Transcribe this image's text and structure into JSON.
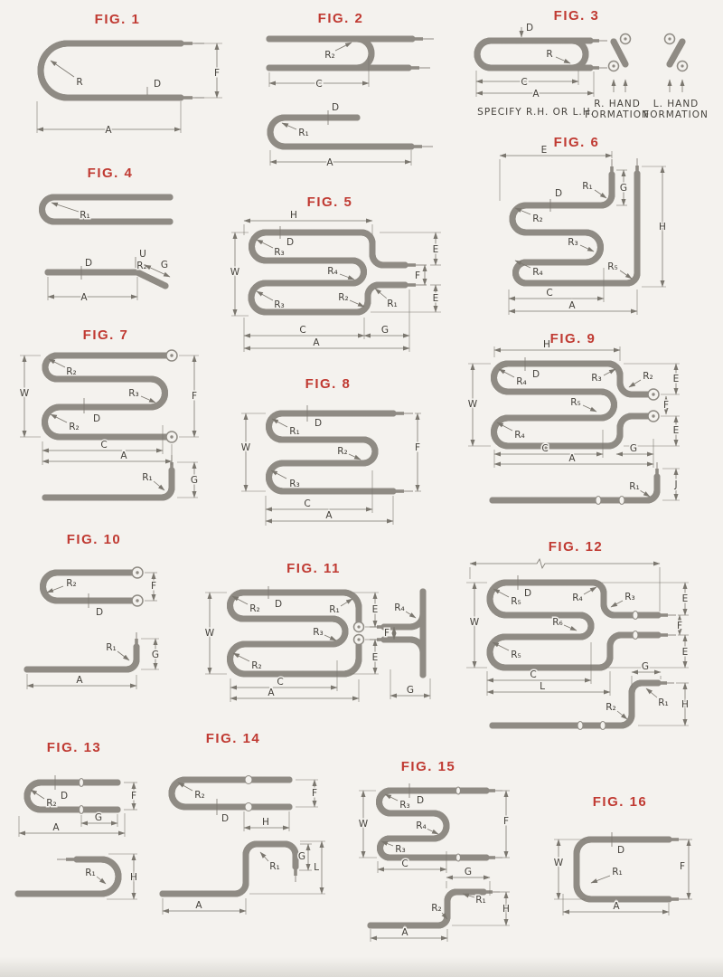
{
  "page": {
    "colors": {
      "background": "#f4f2ee",
      "figure_title": "#c03a32",
      "tube_line": "#8f8b84",
      "dimension_line": "#7b776f",
      "label_text": "#45423c"
    }
  },
  "figures": {
    "f1": {
      "title": "FIG. 1",
      "labels": [
        "R",
        "D",
        "F",
        "A"
      ]
    },
    "f2": {
      "title": "FIG. 2",
      "labels": [
        "R₂",
        "C",
        "D",
        "R₁",
        "A"
      ]
    },
    "f3": {
      "title": "FIG. 3",
      "labels": [
        "D",
        "R",
        "C",
        "A"
      ],
      "notes": [
        "SPECIFY R.H. OR L.H.",
        "R. HAND",
        "FORMATION",
        "L. HAND",
        "FORMATION"
      ]
    },
    "f4": {
      "title": "FIG. 4",
      "labels": [
        "R₁",
        "D",
        "U",
        "R₂",
        "G",
        "A"
      ]
    },
    "f5": {
      "title": "FIG. 5",
      "labels": [
        "H",
        "D",
        "R₃",
        "E",
        "W",
        "R₄",
        "F",
        "R₂",
        "R₁",
        "R₃",
        "E",
        "C",
        "G",
        "A"
      ]
    },
    "f6": {
      "title": "FIG. 6",
      "labels": [
        "E",
        "R₁",
        "G",
        "D",
        "R₂",
        "R₃",
        "H",
        "R₄",
        "R₅",
        "C",
        "A"
      ]
    },
    "f7": {
      "title": "FIG. 7",
      "labels": [
        "R₂",
        "W",
        "R₃",
        "F",
        "D",
        "R₂",
        "C",
        "A",
        "R₁",
        "G"
      ]
    },
    "f8": {
      "title": "FIG. 8",
      "labels": [
        "D",
        "R₁",
        "W",
        "R₂",
        "F",
        "R₃",
        "C",
        "A"
      ]
    },
    "f9": {
      "title": "FIG. 9",
      "labels": [
        "H",
        "D",
        "R₄",
        "R₃",
        "R₂",
        "E",
        "W",
        "R₅",
        "F",
        "E",
        "R₄",
        "C",
        "G",
        "A",
        "R₁",
        "J"
      ]
    },
    "f10": {
      "title": "FIG. 10",
      "labels": [
        "R₂",
        "F",
        "D",
        "R₁",
        "G",
        "A"
      ]
    },
    "f11": {
      "title": "FIG. 11",
      "labels": [
        "D",
        "R₂",
        "R₁",
        "E",
        "W",
        "R₃",
        "R₂",
        "E",
        "C",
        "A",
        "R₄",
        "F",
        "G"
      ]
    },
    "f12": {
      "title": "FIG. 12",
      "labels": [
        "D",
        "R₅",
        "R₄",
        "R₃",
        "E",
        "R₆",
        "F",
        "W",
        "R₅",
        "E",
        "C",
        "L",
        "G",
        "R₁",
        "R₂",
        "H"
      ]
    },
    "f13": {
      "title": "FIG. 13",
      "labels": [
        "D",
        "R₂",
        "F",
        "G",
        "A",
        "R₁",
        "H"
      ]
    },
    "f14": {
      "title": "FIG. 14",
      "labels": [
        "R₂",
        "F",
        "D",
        "H",
        "R₁",
        "G",
        "L",
        "A"
      ]
    },
    "f15": {
      "title": "FIG. 15",
      "labels": [
        "R₃",
        "D",
        "W",
        "R₄",
        "F",
        "R₃",
        "C",
        "G",
        "R₁",
        "R₂",
        "H",
        "A"
      ]
    },
    "f16": {
      "title": "FIG. 16",
      "labels": [
        "W",
        "D",
        "R₁",
        "F",
        "A"
      ]
    }
  }
}
